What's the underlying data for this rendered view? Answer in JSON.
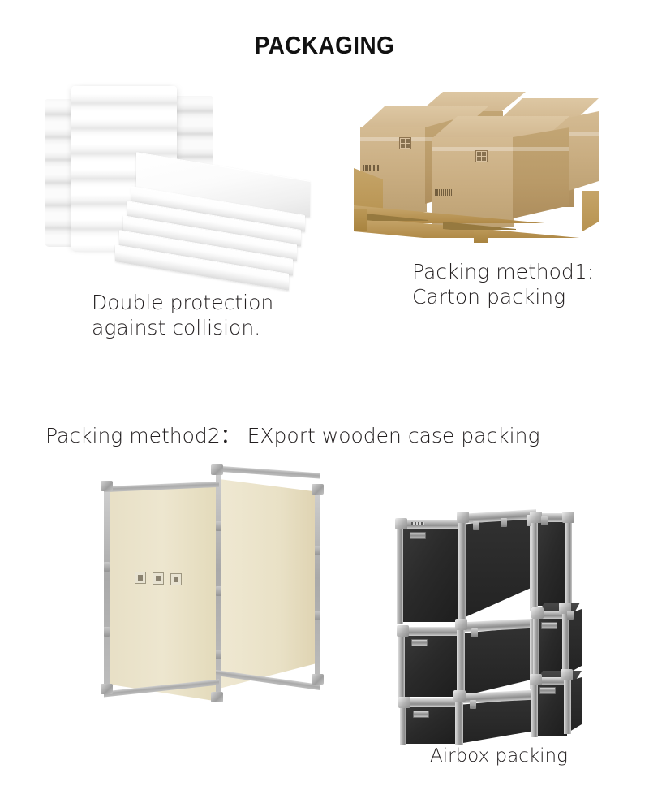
{
  "page": {
    "title": "PACKAGING",
    "background_color": "#ffffff",
    "text_color": "#231f20"
  },
  "sections": [
    {
      "id": "foam",
      "caption": "Double protection\nagainst collision.",
      "image_name": "epe-foam-rolls-and-sheets",
      "colors": {
        "foam": "#ffffff",
        "foam_shadow": "#dedede"
      }
    },
    {
      "id": "carton",
      "caption": "Packing method1:\nCarton packing",
      "image_name": "carton-boxes-on-wooden-pallet",
      "colors": {
        "carton": "#c9ad81",
        "carton_top": "#d8c19c",
        "pallet": "#b79351"
      }
    },
    {
      "id": "wooden",
      "caption": "Packing method2： EXport wooden case packing",
      "image_name": "plywood-export-wooden-case",
      "colors": {
        "plywood": "#e9e1c6",
        "metal_trim": "#a9a9a9"
      }
    },
    {
      "id": "airbox",
      "caption": "Airbox packing",
      "image_name": "black-aluminium-flight-cases-stack",
      "colors": {
        "case_body": "#262626",
        "aluminium": "#b3b3b3"
      }
    }
  ]
}
